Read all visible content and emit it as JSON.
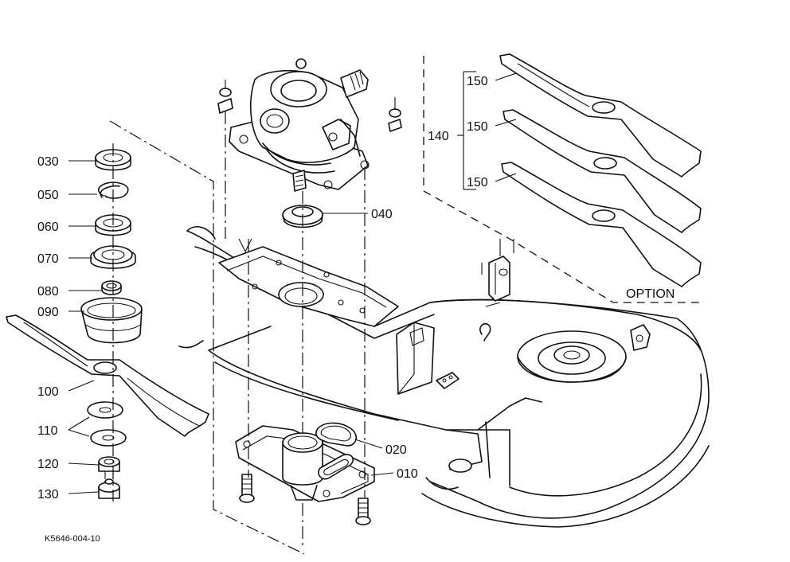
{
  "diagram": {
    "part_labels": {
      "p010": "010",
      "p020": "020",
      "p030": "030",
      "p040": "040",
      "p050": "050",
      "p060": "060",
      "p070": "070",
      "p080": "080",
      "p090": "090",
      "p100": "100",
      "p110": "110",
      "p120": "120",
      "p130": "130",
      "p140": "140",
      "p150a": "150",
      "p150b": "150",
      "p150c": "150"
    },
    "option_label": "OPTION",
    "figure_code": "K5646-004-10"
  }
}
